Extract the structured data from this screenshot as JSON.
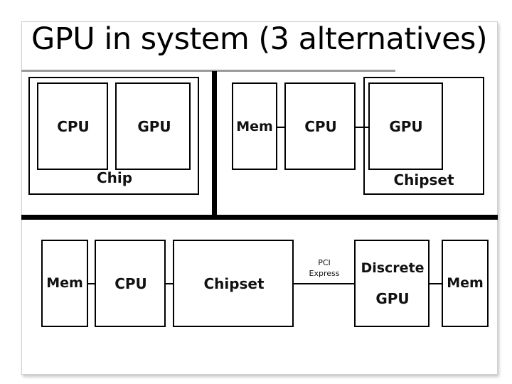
{
  "title": "GPU in system (3 alternatives)",
  "alt1": {
    "cpu": "CPU",
    "gpu": "GPU",
    "container": "Chip"
  },
  "alt2": {
    "mem": "Mem",
    "cpu": "CPU",
    "gpu": "GPU",
    "container": "Chipset"
  },
  "alt3": {
    "mem_left": "Mem",
    "cpu": "CPU",
    "chipset": "Chipset",
    "bus_line1": "PCI",
    "bus_line2": "Express",
    "discrete_line1": "Discrete",
    "discrete_line2": "GPU",
    "mem_right": "Mem"
  },
  "colors": {
    "stroke": "#000000",
    "background": "#ffffff",
    "title_rule": "#9a9a9a"
  }
}
